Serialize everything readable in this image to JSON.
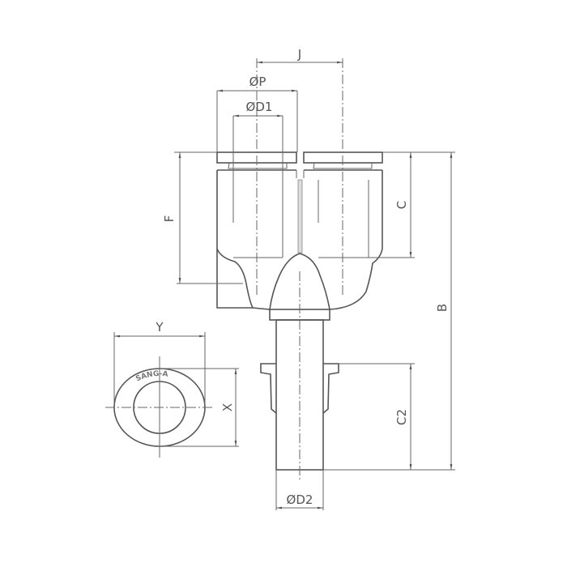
{
  "drawing": {
    "type": "Y-type push-in fitting technical drawing",
    "line_color": "#555555",
    "dimensions": {
      "J": "J",
      "P": "ØP",
      "D1": "ØD1",
      "F": "F",
      "C": "C",
      "B": "B",
      "C2": "C2",
      "D2": "ØD2",
      "Y": "Y",
      "X": "X"
    },
    "logo_mark": "SANG-A"
  }
}
